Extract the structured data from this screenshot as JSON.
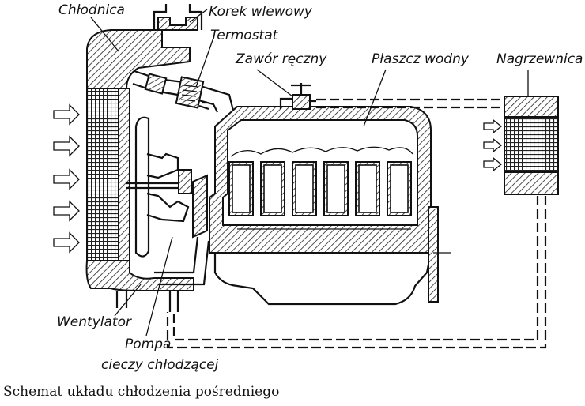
{
  "labels": {
    "radiator": "Chłodnica",
    "filler_cap": "Korek wlewowy",
    "thermostat": "Termostat",
    "manual_valve": "Zawór ręczny",
    "water_jacket": "Płaszcz wodny",
    "heater": "Nagrzewnica",
    "fan": "Wentylator",
    "pump_line1": "Pompa",
    "pump_line2": "cieczy chłodzącej"
  },
  "caption": "Schemat układu chłodzenia pośredniego",
  "icons": {
    "airflow": "right-arrow-outline-icon",
    "flow": "arrowhead-icon"
  }
}
